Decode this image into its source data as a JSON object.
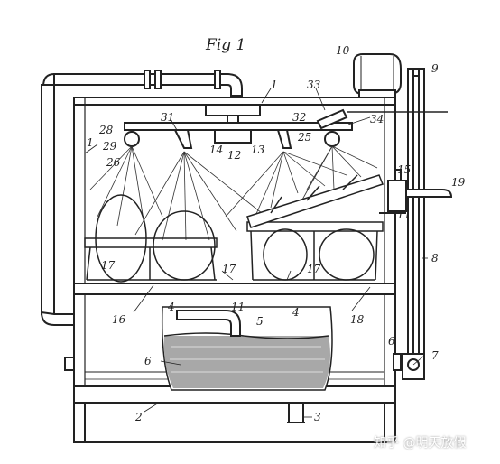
{
  "figure": {
    "title": "Fig 1",
    "labels": [
      "10",
      "9",
      "1",
      "33",
      "31",
      "32",
      "34",
      "28",
      "29",
      "26",
      "14",
      "12",
      "13",
      "25",
      "15",
      "19",
      "11",
      "8",
      "17",
      "16",
      "4",
      "5",
      "6",
      "7",
      "2",
      "3",
      "18"
    ]
  },
  "watermark": "知乎 @明天放假",
  "colors": {
    "ink": "#222222",
    "paper": "#ffffff",
    "water": "#9a9a9a"
  }
}
